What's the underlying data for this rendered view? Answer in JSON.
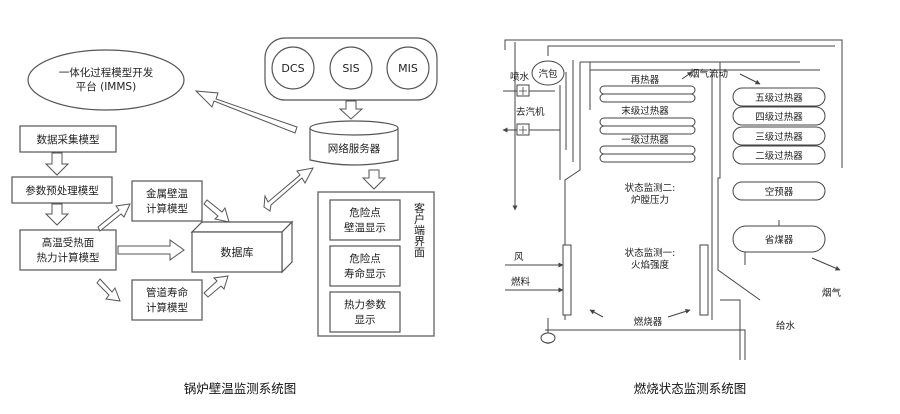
{
  "left_diagram": {
    "caption": "锅炉壁温监测系统图",
    "platform_line1": "一体化过程模型开发",
    "platform_line2": "平台 (IMMS)",
    "systems": [
      "DCS",
      "SIS",
      "MIS"
    ],
    "network_server": "网络服务器",
    "data_collection": "数据采集模型",
    "preprocess": "参数预处理模型",
    "metal_wall_line1": "金属壁温",
    "metal_wall_line2": "计算模型",
    "thermal_line1": "高温受热面",
    "thermal_line2": "热力计算模型",
    "database": "数据库",
    "pipe_life_line1": "管道寿命",
    "pipe_life_line2": "计算模型",
    "client_label": "客户端界面",
    "danger_wall_line1": "危险点",
    "danger_wall_line2": "壁温显示",
    "danger_life_line1": "危险点",
    "danger_life_line2": "寿命显示",
    "thermal_params_line1": "热力参数",
    "thermal_params_line2": "显示"
  },
  "right_diagram": {
    "caption": "燃烧状态监测系统图",
    "spray": "喷水",
    "drum": "汽包",
    "reheater": "再热器",
    "flue_flow": "烟气流动",
    "final_sh": "末级过热器",
    "to_turbine": "去汽机",
    "first_sh": "一级过热器",
    "sh5": "五级过热器",
    "sh4": "四级过热器",
    "sh3": "三级过热器",
    "sh2": "二级过热器",
    "status2_line1": "状态监测二:",
    "status2_line2": "炉膛压力",
    "air_preheater": "空预器",
    "economizer": "省煤器",
    "wind": "风",
    "fuel": "燃料",
    "status1_line1": "状态监测一:",
    "status1_line2": "火焰强度",
    "flue_gas": "烟气",
    "burner": "燃烧器",
    "feedwater": "给水"
  }
}
